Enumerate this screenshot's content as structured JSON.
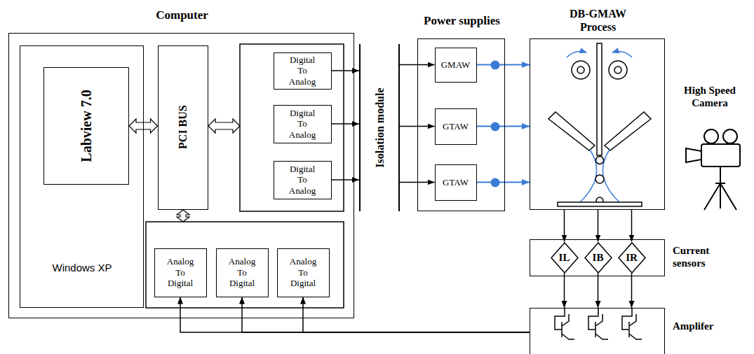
{
  "diagram": {
    "nodes": [
      {
        "text": [
          "Computer"
        ]
      },
      {
        "text": [
          "Windows XP"
        ],
        "in": 0
      },
      {
        "text": [
          "Labview 7.0"
        ],
        "in": 1
      },
      {
        "text": [
          "PCI BUS"
        ],
        "in": 0
      },
      {
        "text": [
          "Digital To Analog"
        ],
        "in": 0
      },
      {
        "text": [
          "Digital To Analog"
        ],
        "in": 0
      },
      {
        "text": [
          "Digital To Analog"
        ],
        "in": 0
      },
      {
        "text": [
          "Analog To Digital"
        ],
        "in": 0
      },
      {
        "text": [
          "Analog To Digital"
        ],
        "in": 0
      },
      {
        "text": [
          "Analog To Digital"
        ],
        "in": 0
      },
      {
        "text": [
          "Isolation module"
        ]
      },
      {
        "text": [
          "Power supplies"
        ]
      },
      {
        "text": [
          "GMAW"
        ],
        "in": 11
      },
      {
        "text": [
          "GTAW"
        ],
        "in": 11
      },
      {
        "text": [
          "GTAW"
        ],
        "in": 11
      },
      {
        "text": [
          "DB-GMAW Process"
        ]
      },
      {
        "text": [
          "Current sensors"
        ]
      },
      {
        "text": [
          "IL"
        ],
        "in": 16
      },
      {
        "text": [
          "IB"
        ],
        "in": 16
      },
      {
        "text": [
          "IR"
        ],
        "in": 16
      },
      {
        "text": [
          "Amplifer"
        ]
      }
    ],
    "edges": [
      {
        "from": 2,
        "to": 3,
        "arrow": "both"
      },
      {
        "from": 4,
        "to": 10,
        "arrow": "to"
      },
      {
        "from": 5,
        "to": 10,
        "arrow": "to"
      },
      {
        "from": 6,
        "to": 10,
        "arrow": "to"
      },
      {
        "from": 10,
        "to": 12,
        "arrow": "to"
      },
      {
        "from": 10,
        "to": 13,
        "arrow": "to"
      },
      {
        "from": 10,
        "to": 14,
        "arrow": "to"
      },
      {
        "from": 12,
        "to": 15,
        "arrow": "to"
      },
      {
        "from": 13,
        "to": 15,
        "arrow": "to"
      },
      {
        "from": 14,
        "to": 15,
        "arrow": "to"
      },
      {
        "from": 15,
        "to": 17,
        "arrow": "to"
      },
      {
        "from": 15,
        "to": 18,
        "arrow": "to"
      },
      {
        "from": 15,
        "to": 19,
        "arrow": "to"
      },
      {
        "from": 17,
        "to": 20,
        "arrow": "to"
      },
      {
        "from": 18,
        "to": 20,
        "arrow": "to"
      },
      {
        "from": 19,
        "to": 20,
        "arrow": "to"
      },
      {
        "from": 20,
        "to": 7,
        "arrow": "to"
      },
      {
        "from": 20,
        "to": 8,
        "arrow": "to"
      },
      {
        "from": 20,
        "to": 9,
        "arrow": "to"
      }
    ],
    "labels": [
      "High Speed Camera"
    ]
  }
}
